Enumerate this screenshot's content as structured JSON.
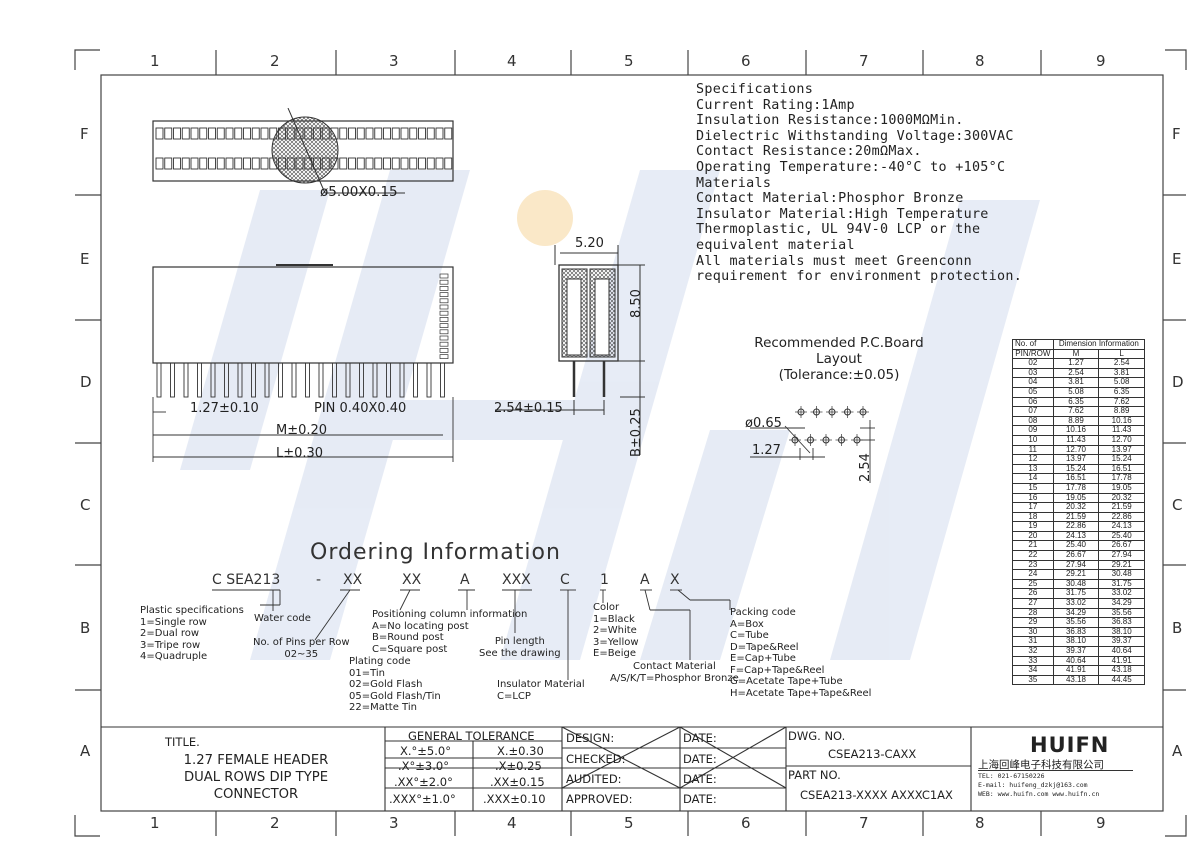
{
  "grid": {
    "columns": [
      "1",
      "2",
      "3",
      "4",
      "5",
      "6",
      "7",
      "8",
      "9"
    ],
    "rows": [
      "F",
      "E",
      "D",
      "C",
      "B",
      "A"
    ]
  },
  "specifications": {
    "lines": [
      "Specifications",
      "Current Rating:1Amp",
      "Insulation Resistance:1000MΩMin.",
      "Dielectric Withstanding Voltage:300VAC",
      "Contact Resistance:20mΩMax.",
      "Operating Temperature:-40°C to +105°C",
      "Materials",
      "Contact Material:Phosphor Bronze",
      "Insulator Material:High Temperature",
      "Thermoplastic, UL 94V-0 LCP or the",
      "equivalent material",
      "All materials must meet Greenconn",
      "requirement for environment protection."
    ]
  },
  "dimensions": {
    "hole": "ø5.00X0.15",
    "width_520": "5.20",
    "height_850": "8.50",
    "pitch": "1.27±0.10",
    "pin": "PIN 0.40X0.40",
    "m": "M±0.20",
    "l": "L±0.30",
    "row_pitch": "2.54±0.15",
    "b": "B±0.25",
    "pcb_hole": "ø0.65",
    "pcb_pitch": "1.27",
    "pcb_row": "2.54"
  },
  "pcb_layout": {
    "lines": [
      "Recommended P.C.Board",
      "Layout",
      "(Tolerance:±0.05)"
    ]
  },
  "ordering": {
    "title": "Ordering Information",
    "code_parts": [
      "C SEA213",
      "-",
      "XX",
      "XX",
      "A",
      "XXX",
      "C",
      "1",
      "A",
      "X"
    ],
    "plastic_spec": [
      "Plastic specifications",
      "1=Single row",
      "2=Dual row",
      "3=Tripe row",
      "4=Quadruple"
    ],
    "water_code": "Water code",
    "num_pins": [
      "No. of Pins per Row",
      "02~35"
    ],
    "positioning": [
      "Positioning column information",
      "A=No locating post",
      "B=Round post",
      "C=Square post"
    ],
    "plating": [
      "Plating code",
      "01=Tin",
      "02=Gold Flash",
      "05=Gold Flash/Tin",
      "22=Matte Tin"
    ],
    "pin_length": [
      "Pin length",
      "See the drawing"
    ],
    "insulator": [
      "Insulator Material",
      "C=LCP"
    ],
    "color": [
      "Color",
      "1=Black",
      "2=White",
      "3=Yellow",
      "E=Beige"
    ],
    "contact": [
      "Contact Material",
      "A/S/K/T=Phosphor Bronze"
    ],
    "packing": [
      "Packing code",
      "A=Box",
      "C=Tube",
      "D=Tape&Reel",
      "E=Cap+Tube",
      "F=Cap+Tape&Reel",
      "G=Acetate Tape+Tube",
      "H=Acetate Tape+Tape&Reel"
    ]
  },
  "dim_table": {
    "header1": [
      "No. of",
      "Dimension Information"
    ],
    "header2": [
      "PIN/ROW",
      "M",
      "L"
    ],
    "rows": [
      [
        "02",
        "1.27",
        "2.54"
      ],
      [
        "03",
        "2.54",
        "3.81"
      ],
      [
        "04",
        "3.81",
        "5.08"
      ],
      [
        "05",
        "5.08",
        "6.35"
      ],
      [
        "06",
        "6.35",
        "7.62"
      ],
      [
        "07",
        "7.62",
        "8.89"
      ],
      [
        "08",
        "8.89",
        "10.16"
      ],
      [
        "09",
        "10.16",
        "11.43"
      ],
      [
        "10",
        "11.43",
        "12.70"
      ],
      [
        "11",
        "12.70",
        "13.97"
      ],
      [
        "12",
        "13.97",
        "15.24"
      ],
      [
        "13",
        "15.24",
        "16.51"
      ],
      [
        "14",
        "16.51",
        "17.78"
      ],
      [
        "15",
        "17.78",
        "19.05"
      ],
      [
        "16",
        "19.05",
        "20.32"
      ],
      [
        "17",
        "20.32",
        "21.59"
      ],
      [
        "18",
        "21.59",
        "22.86"
      ],
      [
        "19",
        "22.86",
        "24.13"
      ],
      [
        "20",
        "24.13",
        "25.40"
      ],
      [
        "21",
        "25.40",
        "26.67"
      ],
      [
        "22",
        "26.67",
        "27.94"
      ],
      [
        "23",
        "27.94",
        "29.21"
      ],
      [
        "24",
        "29.21",
        "30.48"
      ],
      [
        "25",
        "30.48",
        "31.75"
      ],
      [
        "26",
        "31.75",
        "33.02"
      ],
      [
        "27",
        "33.02",
        "34.29"
      ],
      [
        "28",
        "34.29",
        "35.56"
      ],
      [
        "29",
        "35.56",
        "36.83"
      ],
      [
        "30",
        "36.83",
        "38.10"
      ],
      [
        "31",
        "38.10",
        "39.37"
      ],
      [
        "32",
        "39.37",
        "40.64"
      ],
      [
        "33",
        "40.64",
        "41.91"
      ],
      [
        "34",
        "41.91",
        "43.18"
      ],
      [
        "35",
        "43.18",
        "44.45"
      ]
    ]
  },
  "title_block": {
    "title_label": "TITLE.",
    "title_lines": [
      "1.27 FEMALE HEADER",
      "DUAL ROWS DIP TYPE",
      "CONNECTOR"
    ],
    "tolerance_header": "GENERAL TOLERANCE",
    "tolerance": [
      [
        "X.°±5.0°",
        "X.±0.30"
      ],
      [
        ".X°±3.0°",
        ".X±0.25"
      ],
      [
        ".XX°±2.0°",
        ".XX±0.15"
      ],
      [
        ".XXX°±1.0°",
        ".XXX±0.10"
      ]
    ],
    "sign_labels": [
      "DESIGN:",
      "CHECKED:",
      "AUDITED:",
      "APPROVED:"
    ],
    "date_label": "DATE:",
    "dwg_label": "DWG. NO.",
    "dwg_no": "CSEA213-CAXX",
    "part_label": "PART NO.",
    "part_no": "CSEA213-XXXX AXXXC1AX"
  },
  "company": {
    "logo": "HUIFN",
    "name": "上海回峰电子科技有限公司",
    "tel": "TEL: 021-67150226",
    "email": "E-mail: huifeng_dzkj@163.com",
    "web": "WEB: www.huifn.com  www.huifn.cn"
  },
  "watermark": "HUIFN"
}
